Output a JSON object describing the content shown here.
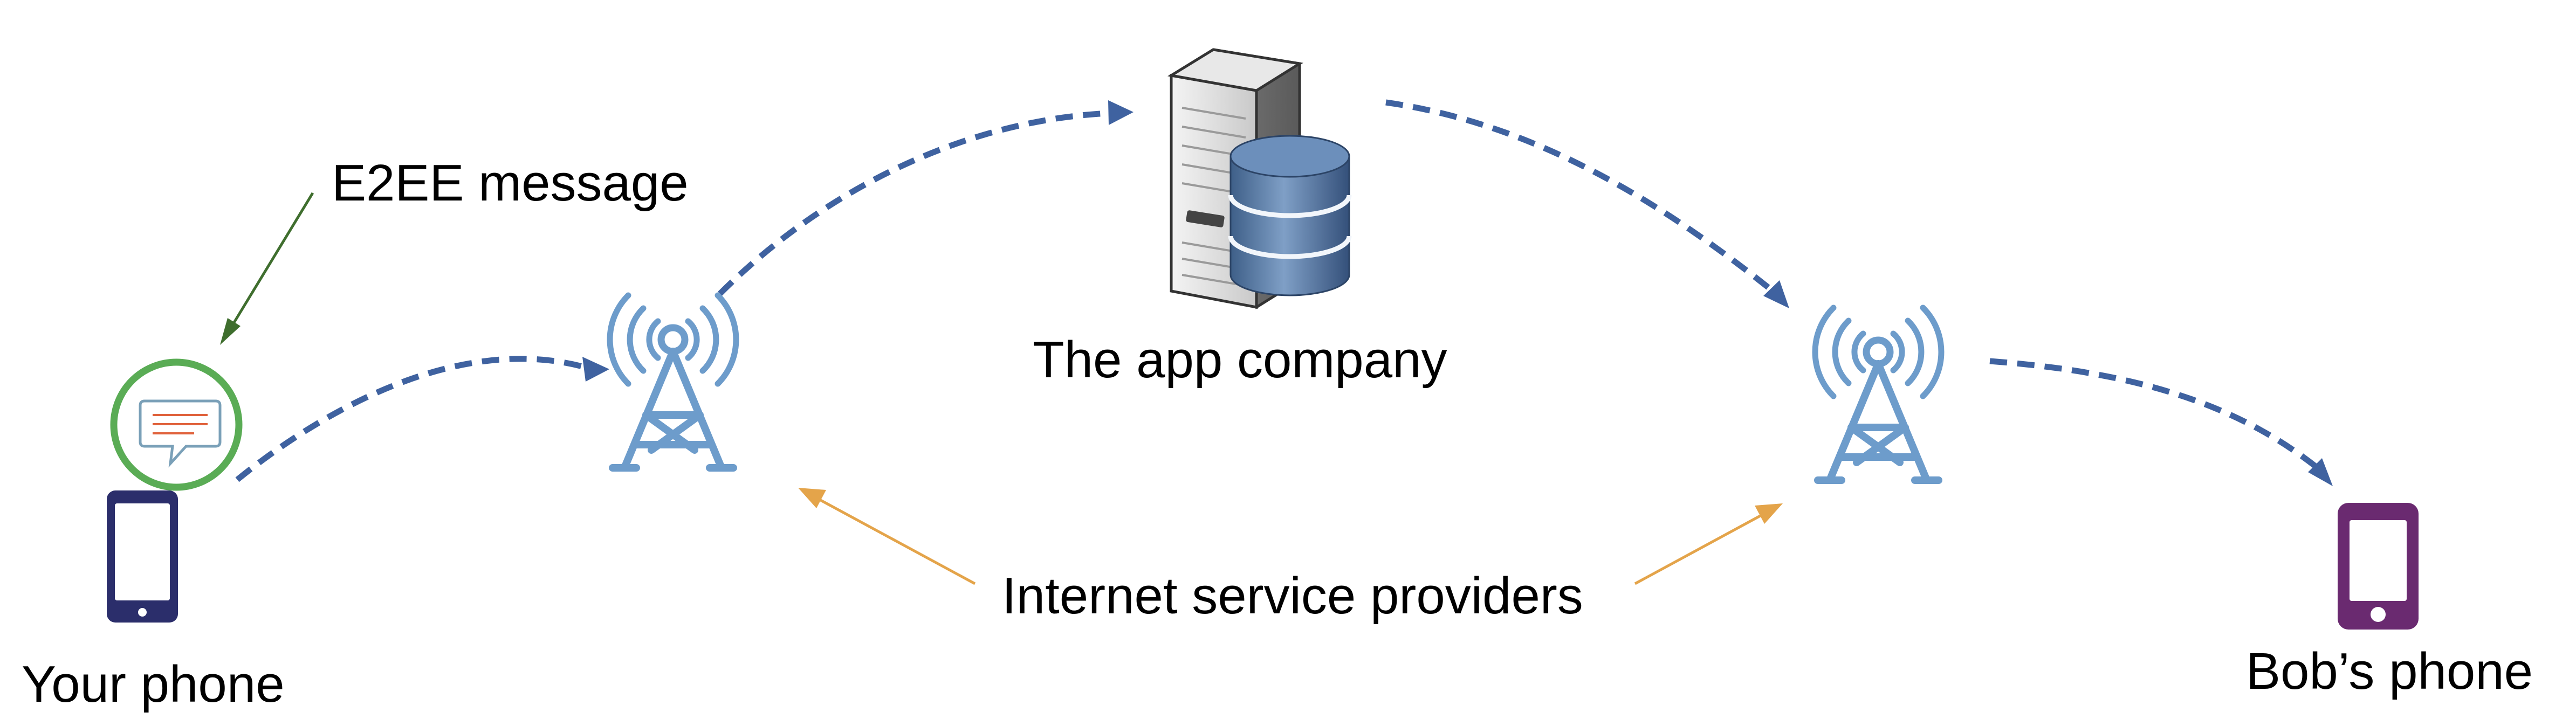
{
  "labels": {
    "e2ee_message": "E2EE message",
    "your_phone": "Your phone",
    "app_company": "The app company",
    "isp": "Internet service providers",
    "bobs_phone": "Bob’s phone"
  },
  "nodes": [
    {
      "id": "your-phone",
      "icon": "smartphone-icon",
      "color": "#2b2e6b"
    },
    {
      "id": "message",
      "icon": "chat-bubble-icon",
      "color": "#5aac55"
    },
    {
      "id": "tower-left",
      "icon": "cell-tower-icon",
      "color": "#6d9ccb"
    },
    {
      "id": "server",
      "icon": "server-database-icon",
      "color": "#4c6f95"
    },
    {
      "id": "tower-right",
      "icon": "cell-tower-icon",
      "color": "#6d9ccb"
    },
    {
      "id": "bobs-phone",
      "icon": "smartphone-icon",
      "color": "#6a2a70"
    }
  ],
  "flows": [
    {
      "from": "your-phone",
      "to": "tower-left"
    },
    {
      "from": "tower-left",
      "to": "server"
    },
    {
      "from": "server",
      "to": "tower-right"
    },
    {
      "from": "tower-right",
      "to": "bobs-phone"
    }
  ],
  "colors": {
    "flow_arrow": "#3f62a0",
    "isp_arrow": "#e4a44a",
    "e2ee_arrow": "#3f6e2e",
    "message_ring": "#5aac55"
  }
}
